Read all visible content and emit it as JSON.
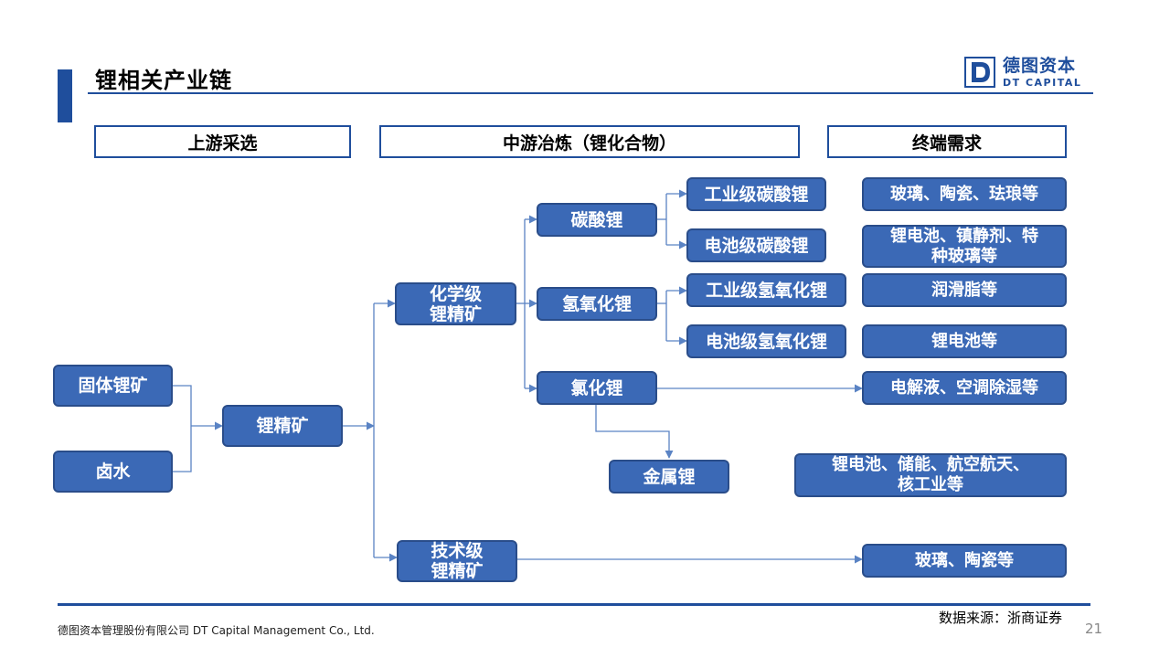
{
  "title": "锂相关产业链",
  "logo": {
    "cn": "德图资本",
    "en": "DT CAPITAL",
    "mark": "D"
  },
  "stages": {
    "upstream": "上游采选",
    "midstream": "中游冶炼（锂化合物）",
    "downstream": "终端需求"
  },
  "nodes": {
    "solid_ore": "固体锂矿",
    "brine": "卤水",
    "concentrate": "锂精矿",
    "chem_concentrate": "化学级\n锂精矿",
    "tech_concentrate": "技术级\n锂精矿",
    "carbonate": "碳酸锂",
    "hydroxide": "氢氧化锂",
    "chloride": "氯化锂",
    "metal": "金属锂",
    "ind_carbonate": "工业级碳酸锂",
    "bat_carbonate": "电池级碳酸锂",
    "ind_hydroxide": "工业级氢氧化锂",
    "bat_hydroxide": "电池级氢氧化锂"
  },
  "applications": {
    "glass_ceramic_enamel": "玻璃、陶瓷、珐琅等",
    "battery_stabilizer_glass": "锂电池、镇静剂、特\n种玻璃等",
    "grease": "润滑脂等",
    "battery": "锂电池等",
    "electrolyte": "电解液、空调除湿等",
    "battery_storage_aero": "锂电池、储能、航空航天、\n核工业等",
    "glass_ceramic": "玻璃、陶瓷等"
  },
  "source": "数据来源：浙商证券",
  "footer": "德图资本管理股份有限公司  DT Capital Management  Co., Ltd.",
  "page_number": "21",
  "colors": {
    "primary": "#1f4e9c",
    "node_fill": "#3b69b6",
    "connector": "#5a83c4"
  }
}
